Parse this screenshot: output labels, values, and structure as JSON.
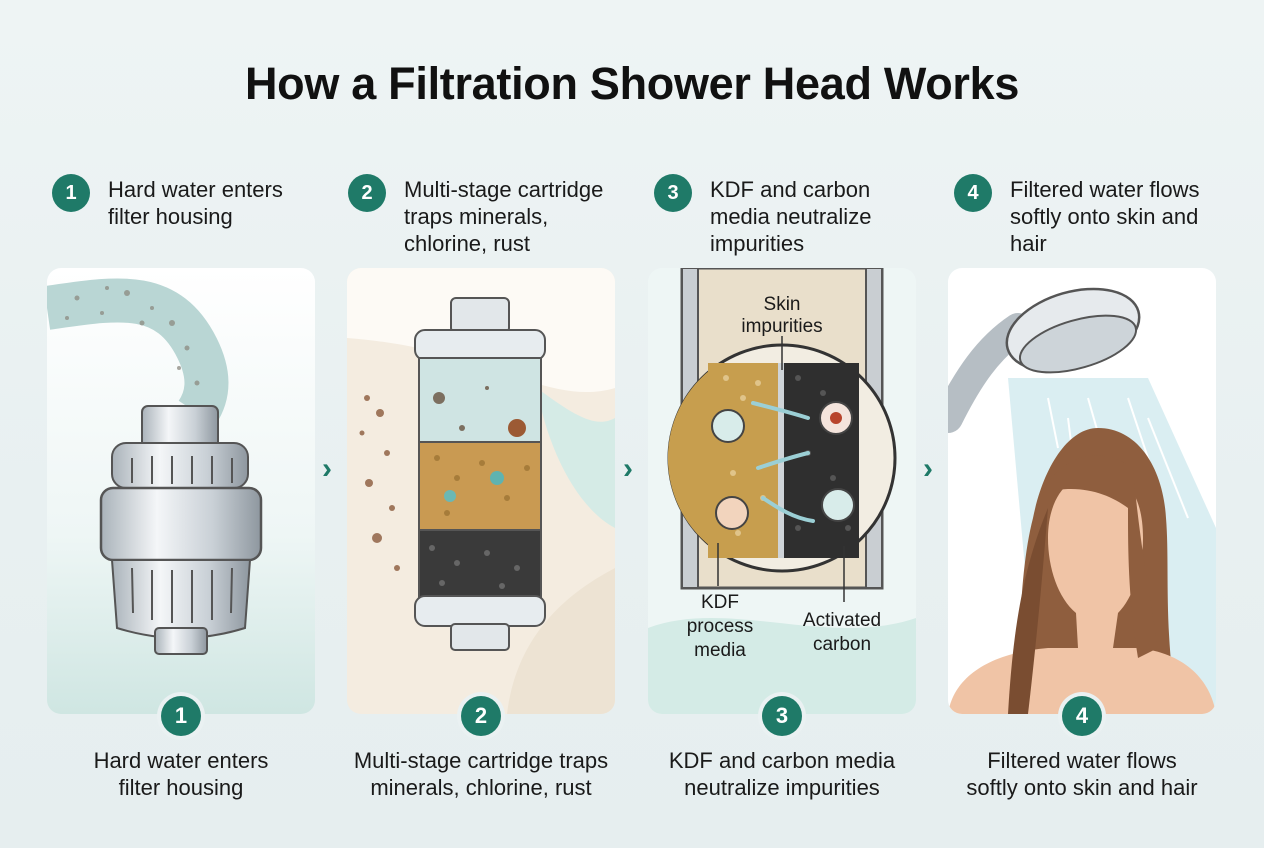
{
  "title": "How a Filtration Shower Head Works",
  "colors": {
    "accent": "#1f7a68",
    "background": "#eef4f4"
  },
  "steps": [
    {
      "number": "1",
      "heading": "Hard water enters filter housing",
      "caption_line1": "Hard water enters",
      "caption_line2": "filter housing"
    },
    {
      "number": "2",
      "heading": "Multi-stage cartridge traps minerals, chlorine, rust",
      "caption_line1": "Multi-stage cartridge traps",
      "caption_line2": "minerals, chlorine, rust"
    },
    {
      "number": "3",
      "heading": "KDF and carbon media neutralize impurities",
      "caption_line1": "KDF and carbon media",
      "caption_line2": "neutralize impurities"
    },
    {
      "number": "4",
      "heading": "Filtered water flows softly onto skin and hair",
      "caption_line1": "Filtered water flows",
      "caption_line2": "softly onto skin and hair"
    }
  ],
  "panel3_labels": {
    "skin_1": "Skin",
    "skin_2": "impurities",
    "kdf_1": "KDF",
    "kdf_2": "process",
    "kdf_3": "media",
    "carbon_1": "Activated",
    "carbon_2": "carbon"
  },
  "icons": [
    "chevron-right-icon"
  ]
}
